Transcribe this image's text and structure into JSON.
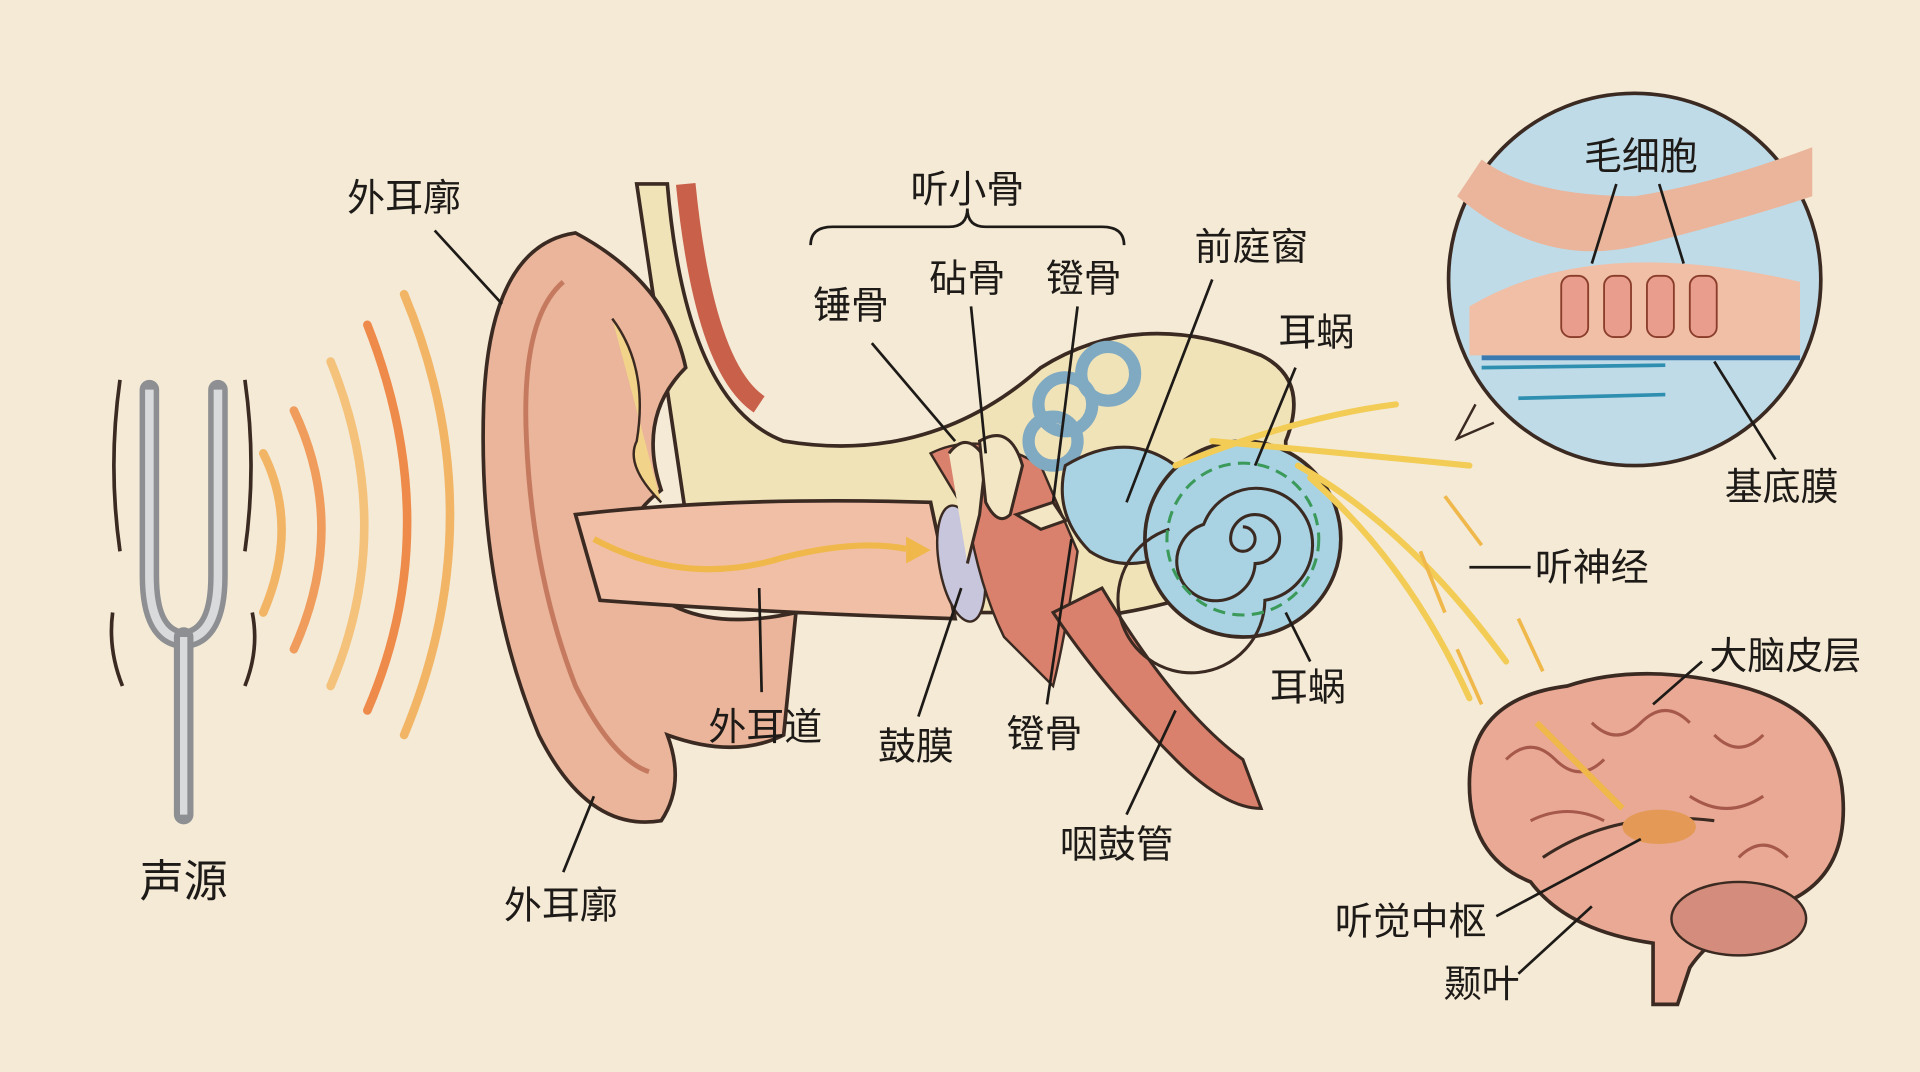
{
  "labels": {
    "pinna_top": "外耳廓",
    "ossicles": "听小骨",
    "malleus": "锤骨",
    "incus": "砧骨",
    "stapes_top": "镫骨",
    "oval_window": "前庭窗",
    "cochlea_top": "耳蜗",
    "hair_cells": "毛细胞",
    "basilar_membrane": "基底膜",
    "auditory_nerve": "听神经",
    "cerebral_cortex": "大脑皮层",
    "auditory_center": "听觉中枢",
    "temporal_lobe": "颞叶",
    "cochlea_bottom": "耳蜗",
    "eustachian_tube": "咽鼓管",
    "stapes_bottom": "镫骨",
    "eardrum": "鼓膜",
    "ear_canal": "外耳道",
    "pinna_bottom": "外耳廓",
    "sound_source": "声源"
  },
  "colors": {
    "background": "#f4ead6",
    "skin": "#eab59a",
    "bone": "#f1e3b8",
    "cochlea": "#a9d3e3",
    "nerve": "#f2cc55",
    "brain": "#e9a994",
    "wave": "#ee8a4a"
  }
}
